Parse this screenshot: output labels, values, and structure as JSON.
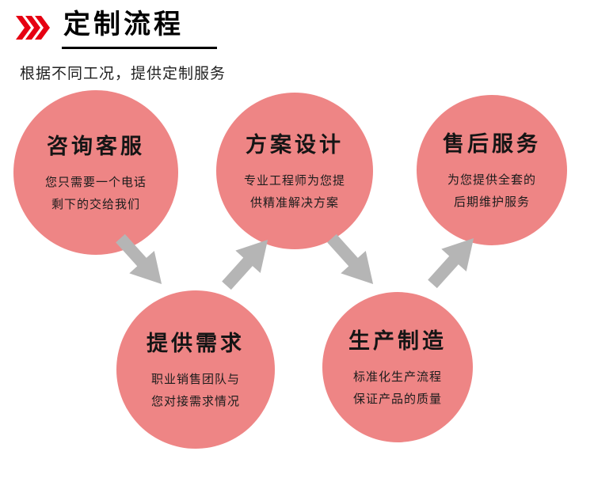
{
  "header": {
    "title": "定制流程",
    "subtitle": "根据不同工况，提供定制服务",
    "chevrons_icon": "triple-right-chevrons"
  },
  "steps": [
    {
      "title": "咨询客服",
      "desc": "您只需要一个电话\n剩下的交给我们"
    },
    {
      "title": "方案设计",
      "desc": "专业工程师为您提\n供精准解决方案"
    },
    {
      "title": "售后服务",
      "desc": "为您提供全套的\n后期维护服务"
    },
    {
      "title": "提供需求",
      "desc": "职业销售团队与\n您对接需求情况"
    },
    {
      "title": "生产制造",
      "desc": "标准化生产流程\n保证产品的质量"
    }
  ],
  "colors": {
    "accent": "#e60012",
    "circle": "#ee8585",
    "arrow": "#b5b5b5"
  }
}
